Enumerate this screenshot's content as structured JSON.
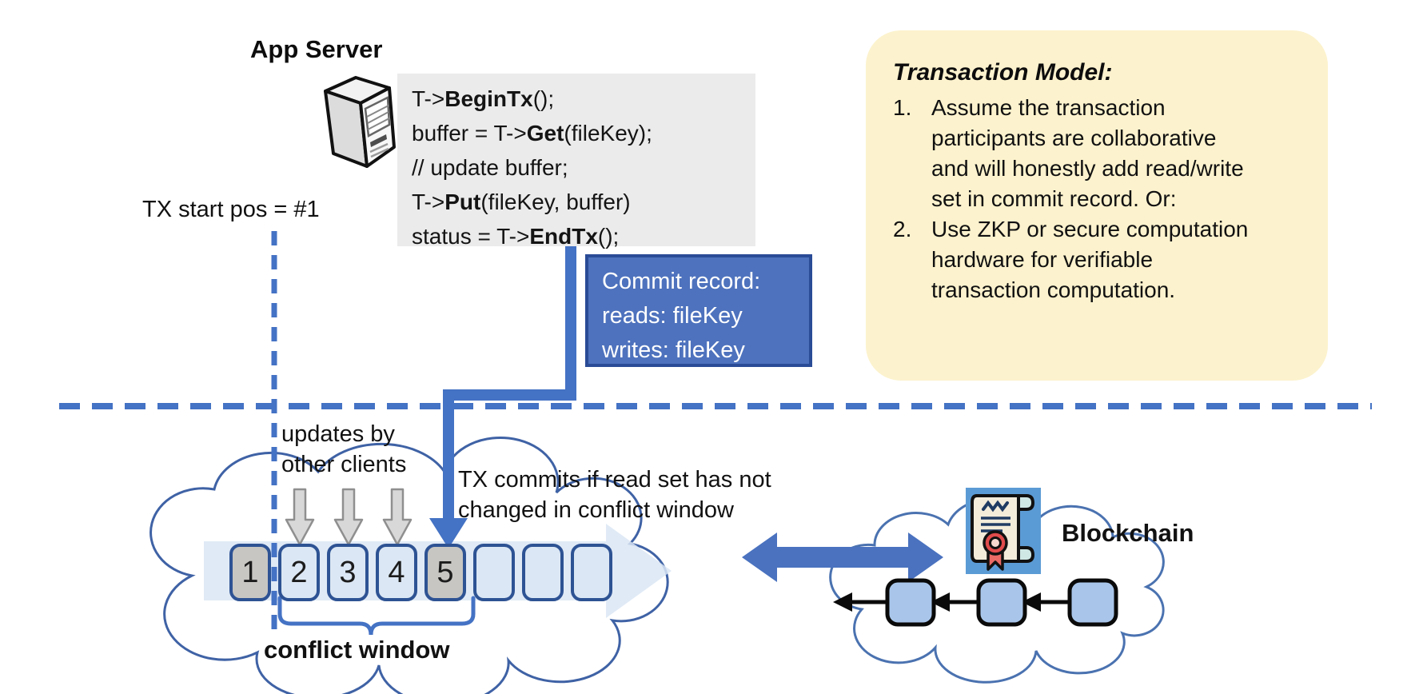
{
  "app_server": {
    "title": "App Server"
  },
  "code": {
    "lines": [
      {
        "pre": "T->",
        "bold": "BeginTx",
        "post": "();"
      },
      {
        "pre": "buffer = T->",
        "bold": "Get",
        "post": "(fileKey);"
      },
      {
        "pre": "// update buffer;",
        "bold": "",
        "post": ""
      },
      {
        "pre": "T->",
        "bold": "Put",
        "post": "(fileKey, buffer)"
      },
      {
        "pre": "status = T->",
        "bold": "EndTx",
        "post": "();"
      }
    ]
  },
  "commit_record": {
    "lines": [
      "Commit record:",
      "reads: fileKey",
      "writes: fileKey"
    ]
  },
  "transaction_model": {
    "title": "Transaction Model:",
    "items": [
      {
        "number": "1.",
        "lines": [
          "Assume the transaction",
          "participants are collaborative",
          "and will honestly add read/write",
          "set in commit record.  Or:"
        ]
      },
      {
        "number": "2.",
        "lines": [
          "Use ZKP or secure computation",
          "hardware for verifiable",
          "transaction computation."
        ]
      }
    ]
  },
  "labels": {
    "tx_start": "TX start pos = #1",
    "updates_line1": "updates by",
    "updates_line2": "other clients",
    "tx_commits_line1": "TX commits if read set has not",
    "tx_commits_line2": "changed in conflict window",
    "conflict_window": "conflict window",
    "blockchain": "Blockchain"
  },
  "timeline": {
    "boxes": [
      {
        "label": "1",
        "state": "committed"
      },
      {
        "label": "2",
        "state": "other-update"
      },
      {
        "label": "3",
        "state": "other-update"
      },
      {
        "label": "4",
        "state": "other-update"
      },
      {
        "label": "5",
        "state": "tx-commit"
      },
      {
        "label": "",
        "state": "future"
      },
      {
        "label": "",
        "state": "future"
      },
      {
        "label": "",
        "state": "future"
      }
    ]
  },
  "icons": {
    "server": "server-tower-icon",
    "certificate": "certificate-scroll-icon"
  },
  "colors": {
    "accent_blue": "#4472c4",
    "commit_box_fill": "#4e72bd",
    "commit_box_border": "#2a4b96",
    "timeline_border": "#2e5394",
    "timeline_light_fill": "#dbe7f4",
    "timeline_gray_fill": "#c7c6c2",
    "panel_yellow": "#fcf2cd",
    "code_bg": "#ebebeb",
    "cloud_stroke": "#3f62a5",
    "band_fill": "#dbe6f5",
    "block_fill": "#a9c6ea",
    "cert_bg": "#5b9bd5",
    "ribbon_red": "#e04b4b",
    "gray_arrow_fill": "#d8d8d8"
  }
}
